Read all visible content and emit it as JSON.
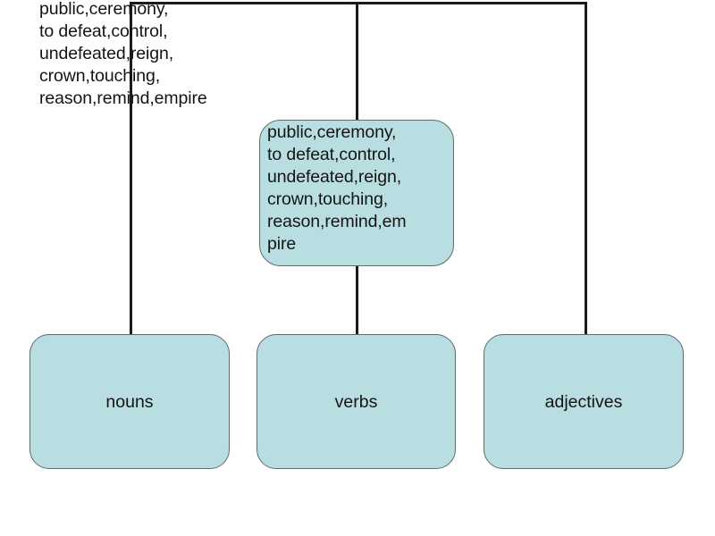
{
  "diagram": {
    "type": "tree-hierarchy",
    "background_color": "#ffffff",
    "node_fill_color": "#b9dee2",
    "node_border_color": "#5d6c6c",
    "connector_color": "#1b1b1b",
    "text_color": "#141414"
  },
  "floating_text": {
    "content": "public,ceremony,\nto defeat,control,\nundefeated,reign,\ncrown,touching,\nreason,remind,empire",
    "words": [
      "public",
      "ceremony",
      "to defeat",
      "control",
      "undefeated",
      "reign",
      "crown",
      "touching",
      "reason",
      "remind",
      "empire"
    ]
  },
  "callout": {
    "content": "public,ceremony,\nto defeat,control,\nundefeated,reign,\ncrown,touching,\nreason,remind,em\npire",
    "words": [
      "public",
      "ceremony",
      "to defeat",
      "control",
      "undefeated",
      "reign",
      "crown",
      "touching",
      "reason",
      "remind",
      "empire"
    ]
  },
  "nodes": [
    {
      "id": "nouns",
      "label": "nouns"
    },
    {
      "id": "verbs",
      "label": "verbs"
    },
    {
      "id": "adjectives",
      "label": "adjectives"
    }
  ]
}
